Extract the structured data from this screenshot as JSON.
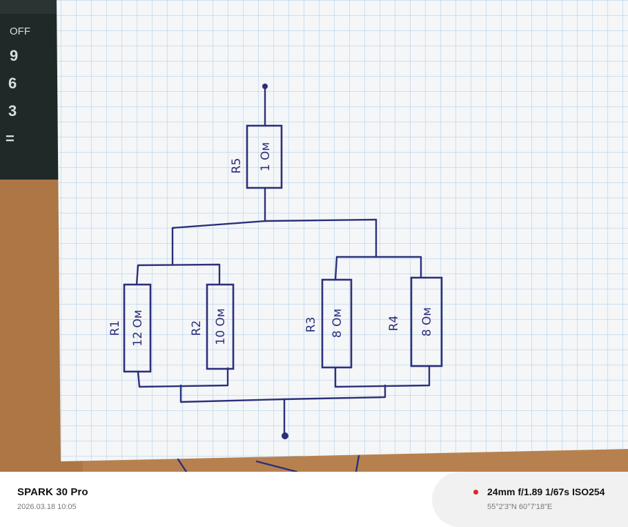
{
  "photo": {
    "calculator_keys": [
      "OFF",
      "9",
      "6",
      "3",
      "="
    ],
    "circuit": {
      "resistors": [
        {
          "name": "R1",
          "value": "12 Ом"
        },
        {
          "name": "R2",
          "value": "10 Ом"
        },
        {
          "name": "R3",
          "value": "8 Ом"
        },
        {
          "name": "R4",
          "value": "8 Ом"
        },
        {
          "name": "R5",
          "value": "1 Ом"
        }
      ]
    },
    "colors": {
      "ink": "#2b2f7a",
      "paper": "#f4f6f8",
      "grid": "#a9c8e4",
      "calculator": "#1f2a28",
      "table": "#b7814f"
    }
  },
  "footer": {
    "device": "SPARK 30 Pro",
    "timestamp": "2026.03.18 10:05",
    "lens_info": "24mm f/1.89 1/67s ISO254",
    "gps": "55°2'3\"N 60°7'18\"E",
    "accent": "#e02424"
  }
}
